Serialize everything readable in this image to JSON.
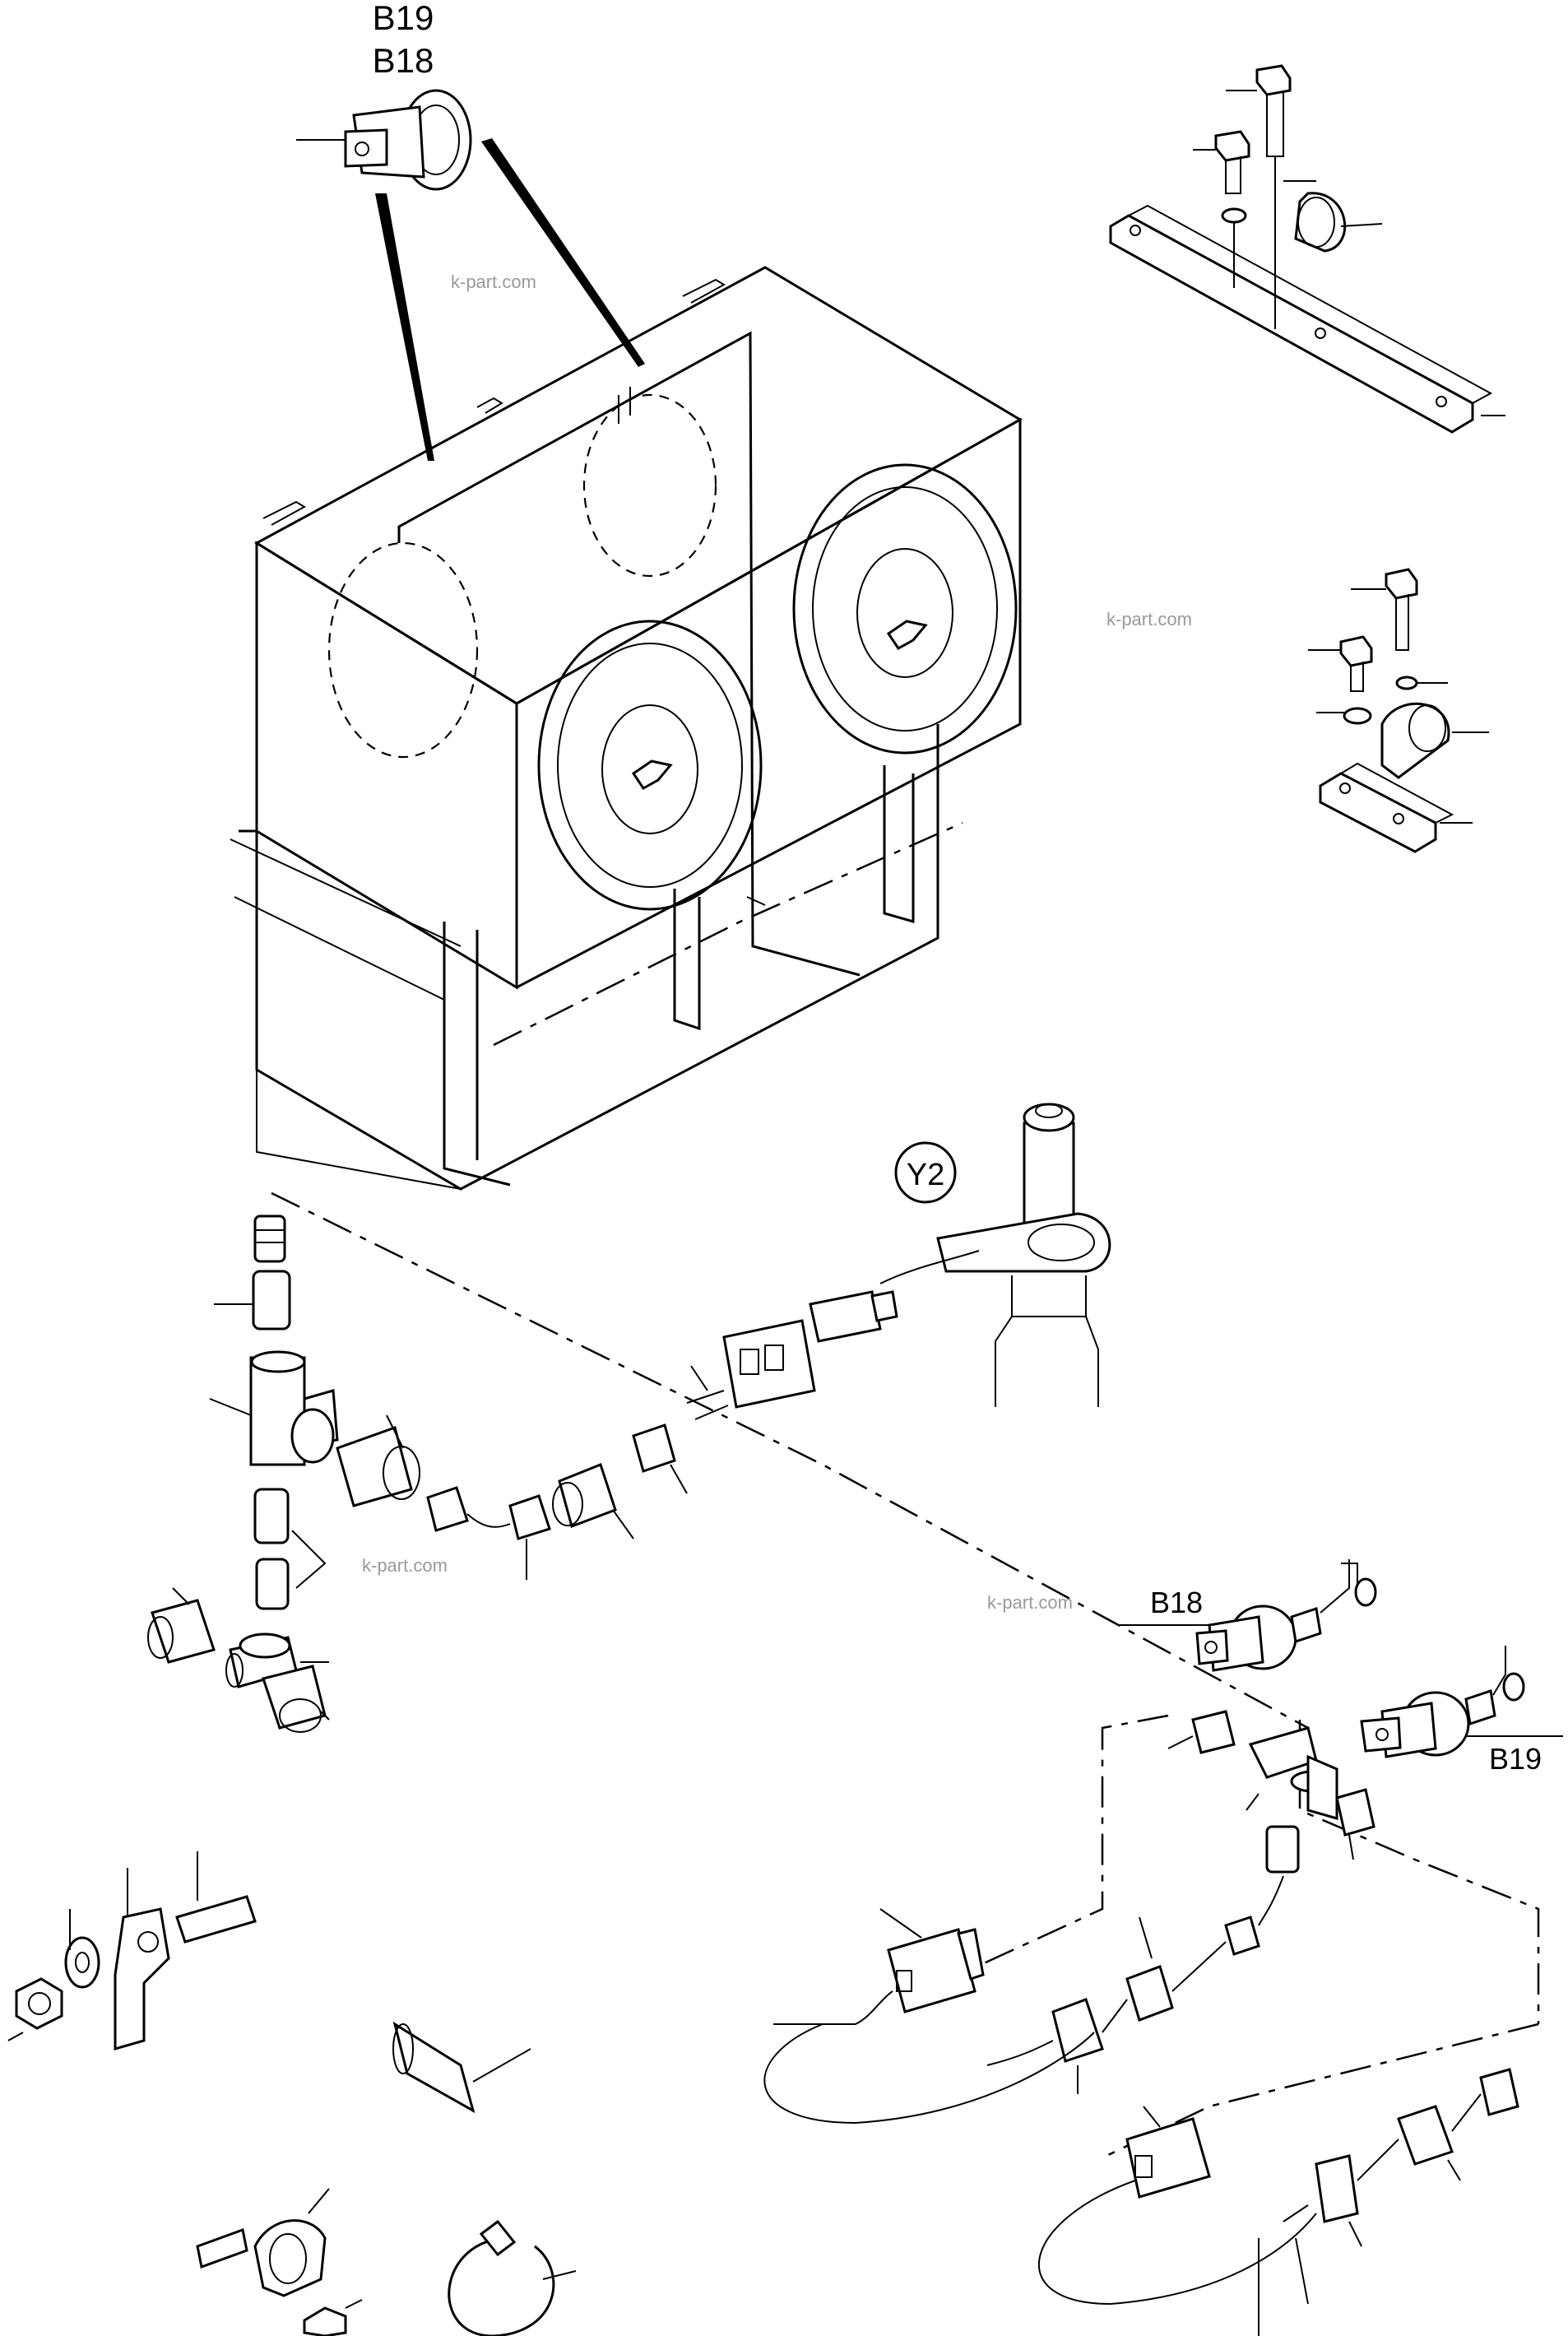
{
  "labels": {
    "b19_top": "B19",
    "b18_top": "B18",
    "y2": "Y2",
    "b18_side": "B18",
    "b19_side": "B19"
  },
  "watermark": "k-part.com",
  "colors": {
    "line": "#000000",
    "background": "#ffffff",
    "watermark": "#9a9a9a"
  }
}
